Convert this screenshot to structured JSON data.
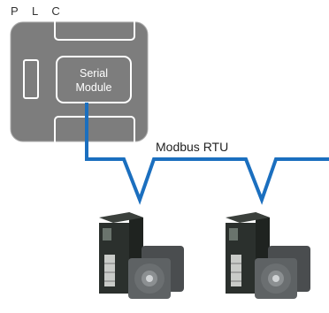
{
  "plc": {
    "label": "P L C",
    "module_line1": "Serial",
    "module_line2": "Module"
  },
  "network": {
    "label": "Modbus RTU",
    "color": "#1b6fbf"
  },
  "colors": {
    "plc_body": "#7b7b7b",
    "plc_border": "#ffffff",
    "driver_body": "#2a2f2c",
    "motor_body": "#4a4d4f"
  },
  "devices": [
    {
      "name": "driver-motor-unit-1"
    },
    {
      "name": "driver-motor-unit-2"
    }
  ]
}
